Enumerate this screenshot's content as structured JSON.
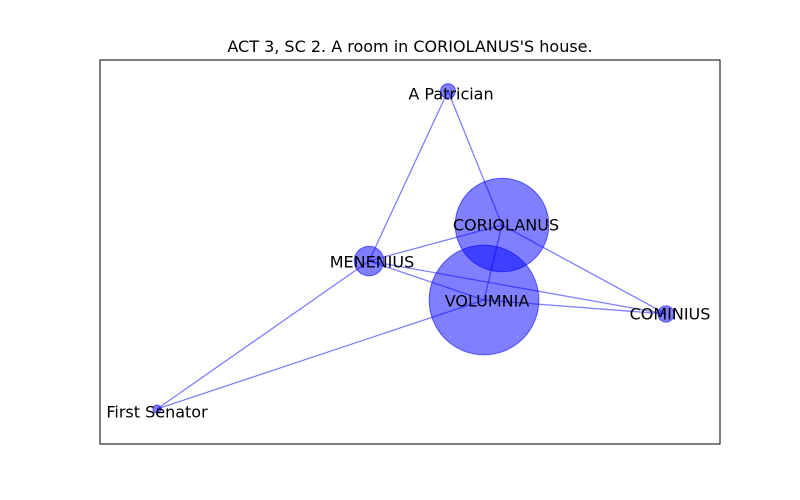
{
  "title": "ACT 3, SC 2. A room in CORIOLANUS'S house.",
  "colors": {
    "node": "#0000ff",
    "edge": "#0000ff",
    "frame": "#000000"
  },
  "nodes": [
    {
      "id": "a-patrician",
      "label": "A Patrician",
      "weight": 1
    },
    {
      "id": "coriolanus",
      "label": "CORIOLANUS",
      "weight": 40
    },
    {
      "id": "menenius",
      "label": "MENENIUS",
      "weight": 4
    },
    {
      "id": "volumnia",
      "label": "VOLUMNIA",
      "weight": 55
    },
    {
      "id": "cominius",
      "label": "COMINIUS",
      "weight": 1.2
    },
    {
      "id": "first-senator",
      "label": "First Senator",
      "weight": 0.3
    }
  ],
  "edges": [
    [
      "a-patrician",
      "coriolanus"
    ],
    [
      "a-patrician",
      "menenius"
    ],
    [
      "coriolanus",
      "menenius"
    ],
    [
      "coriolanus",
      "volumnia"
    ],
    [
      "coriolanus",
      "cominius"
    ],
    [
      "menenius",
      "volumnia"
    ],
    [
      "menenius",
      "cominius"
    ],
    [
      "menenius",
      "first-senator"
    ],
    [
      "volumnia",
      "cominius"
    ],
    [
      "volumnia",
      "first-senator"
    ]
  ]
}
